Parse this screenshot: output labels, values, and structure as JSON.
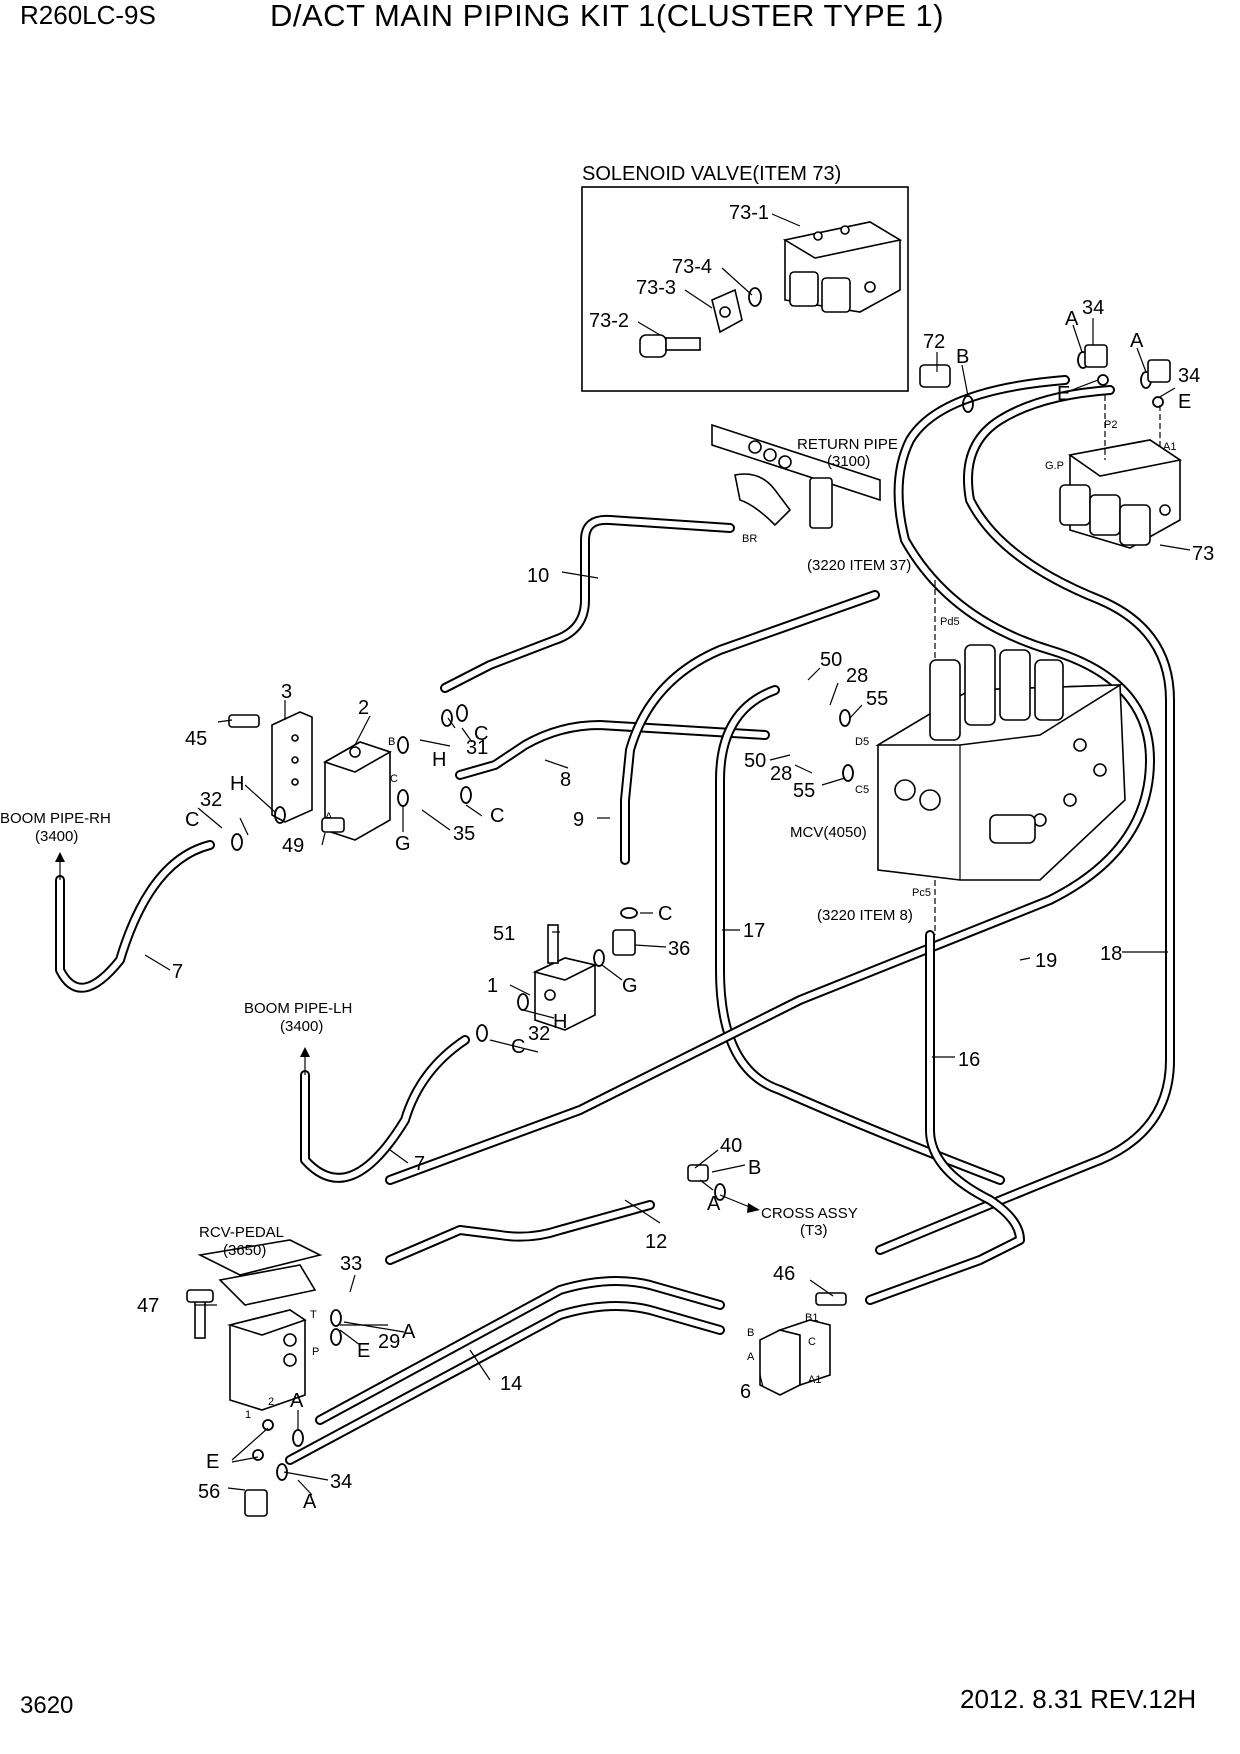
{
  "header": {
    "model": "R260LC-9S",
    "title": "D/ACT MAIN PIPING KIT 1(CLUSTER TYPE 1)"
  },
  "footer": {
    "page_number": "3620",
    "date_revision": "2012. 8.31  REV.12H"
  },
  "inset": {
    "title": "SOLENOID VALVE(ITEM 73)",
    "labels": [
      "73-1",
      "73-4",
      "73-3",
      "73-2"
    ]
  },
  "references": {
    "return_pipe": "RETURN PIPE",
    "return_pipe_no": "(3100)",
    "item37": "(3220 ITEM 37)",
    "item8": "(3220 ITEM 8)",
    "mcv": "MCV(4050)",
    "boom_rh": "BOOM PIPE-RH",
    "boom_rh_no": "(3400)",
    "boom_lh": "BOOM PIPE-LH",
    "boom_lh_no": "(3400)",
    "rcv_pedal": "RCV-PEDAL",
    "rcv_pedal_no": "(3650)",
    "cross_assy": "CROSS ASSY",
    "cross_assy_no": "(T3)"
  },
  "port_labels": {
    "br": "BR",
    "pd5": "Pd5",
    "d5": "D5",
    "c5": "C5",
    "pc5": "Pc5",
    "p2": "P2",
    "gp": "G.P",
    "a1": "A1",
    "blk_a": "A",
    "blk_b": "B",
    "blk_c": "C",
    "pedal_t": "T",
    "pedal_p": "P",
    "pedal_1": "1",
    "pedal_2": "2",
    "term_b": "B",
    "term_a": "A",
    "term_b1": "B1",
    "term_c": "C",
    "term_a1": "A1"
  },
  "callouts": {
    "c2": "2",
    "c3": "3",
    "c45": "45",
    "cB1": "B",
    "c31": "31",
    "cH1": "H",
    "cC1": "C",
    "cH2": "H",
    "c32a": "32",
    "cC2": "C",
    "c49": "49",
    "cG1": "G",
    "c35": "35",
    "cC3": "C",
    "c8": "8",
    "c10": "10",
    "c9": "9",
    "cC4": "C",
    "c51": "51",
    "c36": "36",
    "cG2": "G",
    "c1": "1",
    "cH3": "H",
    "c32b": "32",
    "cC5": "C",
    "c7a": "7",
    "c7b": "7",
    "c50a": "50",
    "c28a": "28",
    "c55a": "55",
    "c50b": "50",
    "c28b": "28",
    "c55b": "55",
    "c17": "17",
    "c19": "19",
    "c18": "18",
    "c16": "16",
    "c72": "72",
    "cB2": "B",
    "cA1": "A",
    "c34a": "34",
    "cA2": "A",
    "c34b": "34",
    "cE1": "E",
    "cE2": "E",
    "c73": "73",
    "c40": "40",
    "cB3": "B",
    "cA3": "A",
    "c12": "12",
    "c33": "33",
    "c29": "29",
    "cA4": "A",
    "cE3": "E",
    "c47": "47",
    "c14": "14",
    "c46": "46",
    "c6": "6",
    "cA5": "A",
    "cE4": "E",
    "c56": "56",
    "cA6": "A",
    "c34c": "34"
  }
}
